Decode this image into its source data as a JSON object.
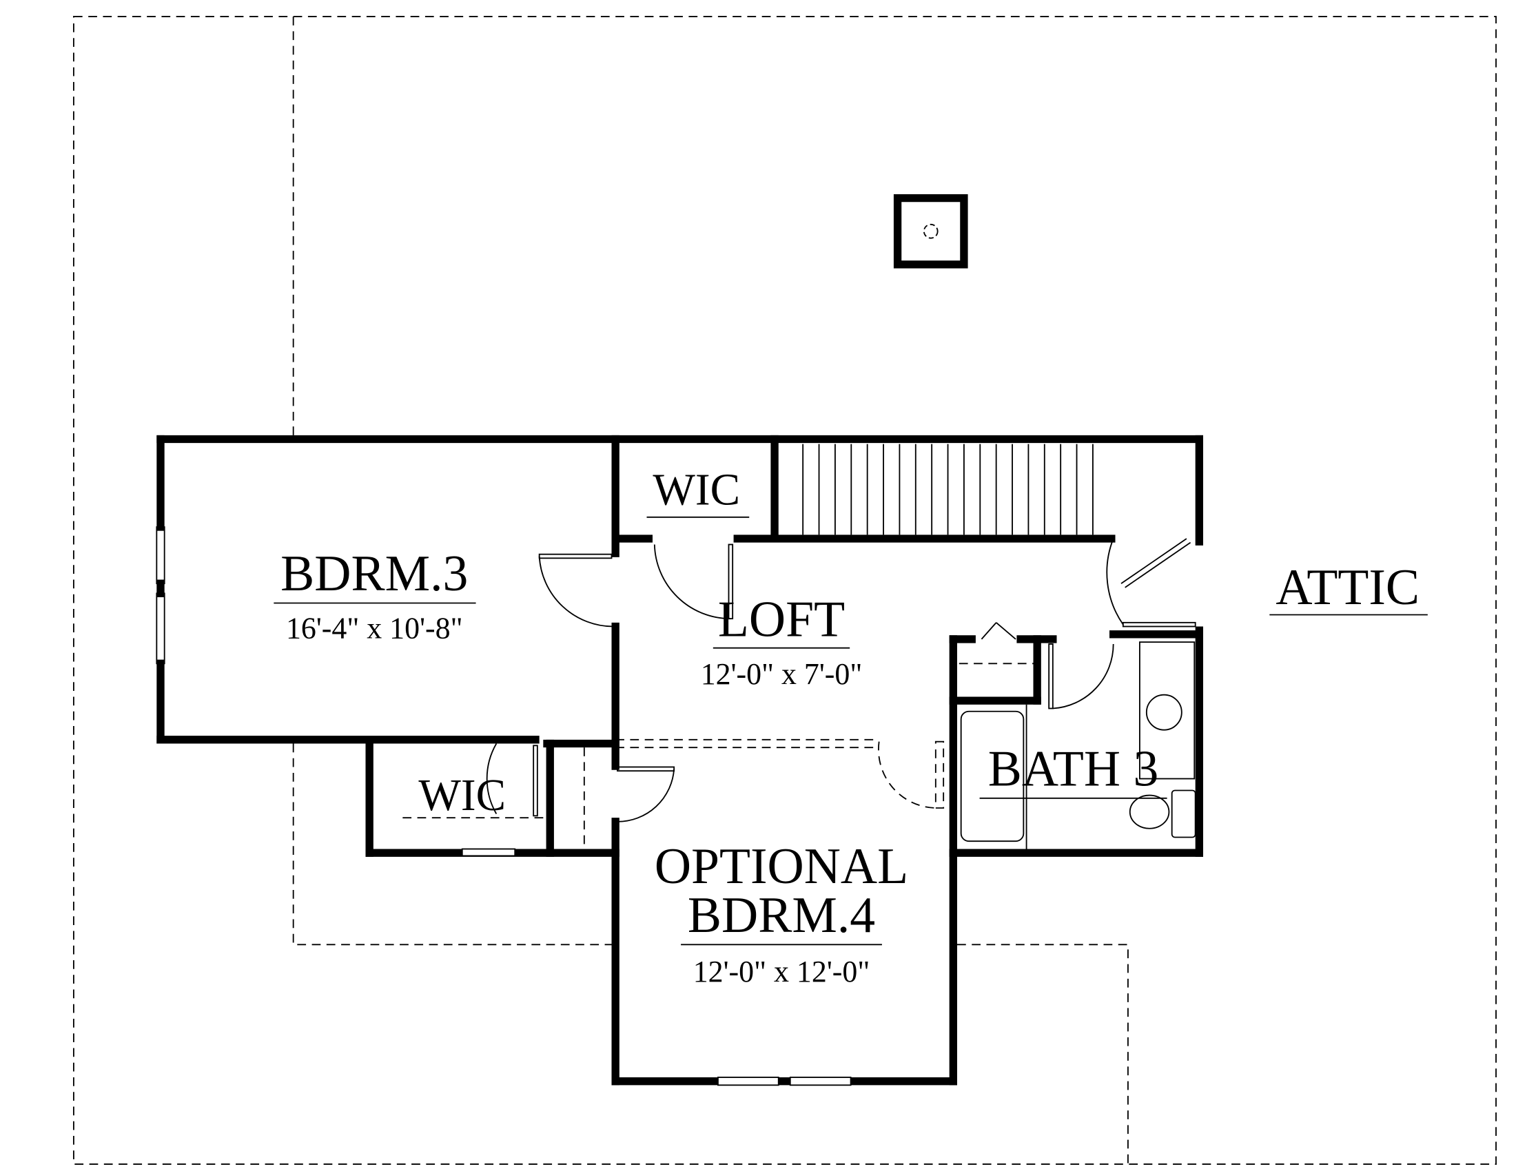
{
  "plan": {
    "rooms": {
      "bdrm3": {
        "name": "BDRM.3",
        "size": "16'-4\" x 10'-8\""
      },
      "wic_upper": {
        "name": "WIC"
      },
      "loft": {
        "name": "LOFT",
        "size": "12'-0\" x 7'-0\""
      },
      "attic": {
        "name": "ATTIC"
      },
      "bath3": {
        "name": "BATH 3"
      },
      "wic_lower": {
        "name": "WIC"
      },
      "bdrm4": {
        "name_line1": "OPTIONAL",
        "name_line2": "BDRM.4",
        "size": "12'-0\" x 12'-0\""
      }
    },
    "colors": {
      "ink": "#000000",
      "background": "#ffffff"
    }
  }
}
